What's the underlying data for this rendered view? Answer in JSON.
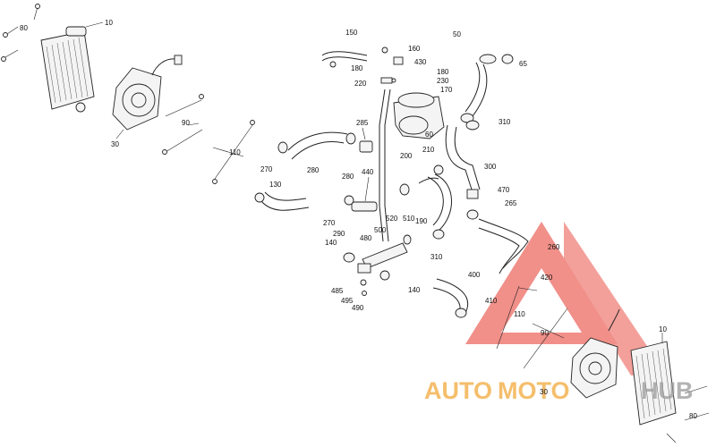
{
  "callouts": [
    "10",
    "80",
    "30",
    "90",
    "110",
    "270",
    "130",
    "280",
    "270",
    "290",
    "285",
    "280",
    "440",
    "150",
    "160",
    "180",
    "430",
    "220",
    "180",
    "230",
    "170",
    "60",
    "50",
    "65",
    "310",
    "210",
    "200",
    "300",
    "190",
    "470",
    "265",
    "520",
    "510",
    "500",
    "480",
    "140",
    "310",
    "485",
    "495",
    "490",
    "140",
    "400",
    "260",
    "420",
    "410",
    "110",
    "90",
    "30",
    "10",
    "80"
  ],
  "watermark": {
    "part1": "AUTO",
    "part2": "MOTO",
    "part3": "HUB",
    "color_red": "#e8453c",
    "color_orange": "#f2a93b",
    "color_gray": "#9a9a9a"
  }
}
